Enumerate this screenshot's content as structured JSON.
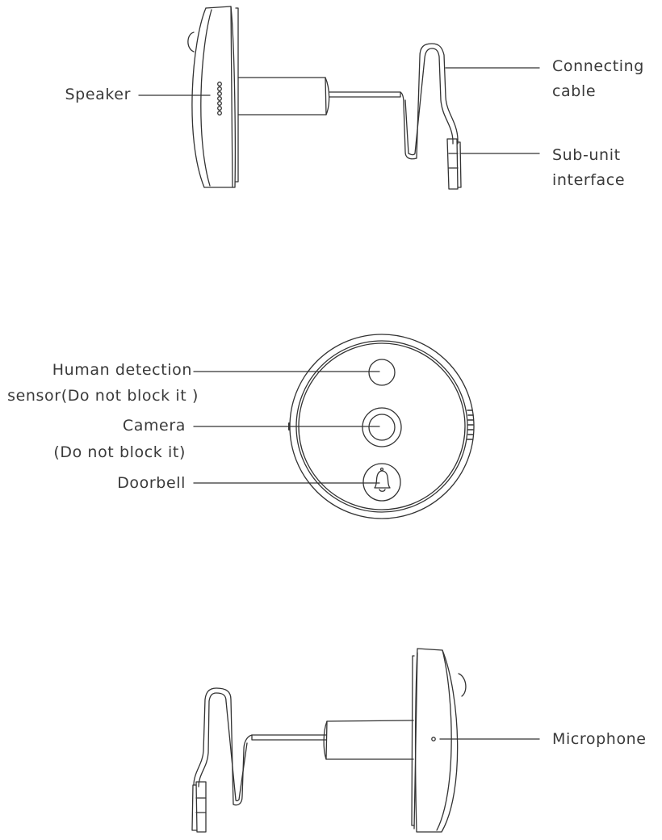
{
  "diagram": {
    "stroke_color": "#333333",
    "text_color": "#3a3a3a",
    "side_view_top": {
      "labels": {
        "speaker": "Speaker",
        "connecting_cable_1": "Connecting",
        "connecting_cable_2": "cable",
        "sub_unit_interface_1": "Sub-unit",
        "sub_unit_interface_2": "interface"
      }
    },
    "front_view": {
      "labels": {
        "human_detection_1": "Human detection",
        "human_detection_2": "sensor(Do not block it )",
        "camera_1": "Camera",
        "camera_2": "(Do not block it)",
        "doorbell": "Doorbell"
      }
    },
    "side_view_bottom": {
      "labels": {
        "microphone": "Microphone"
      }
    }
  }
}
